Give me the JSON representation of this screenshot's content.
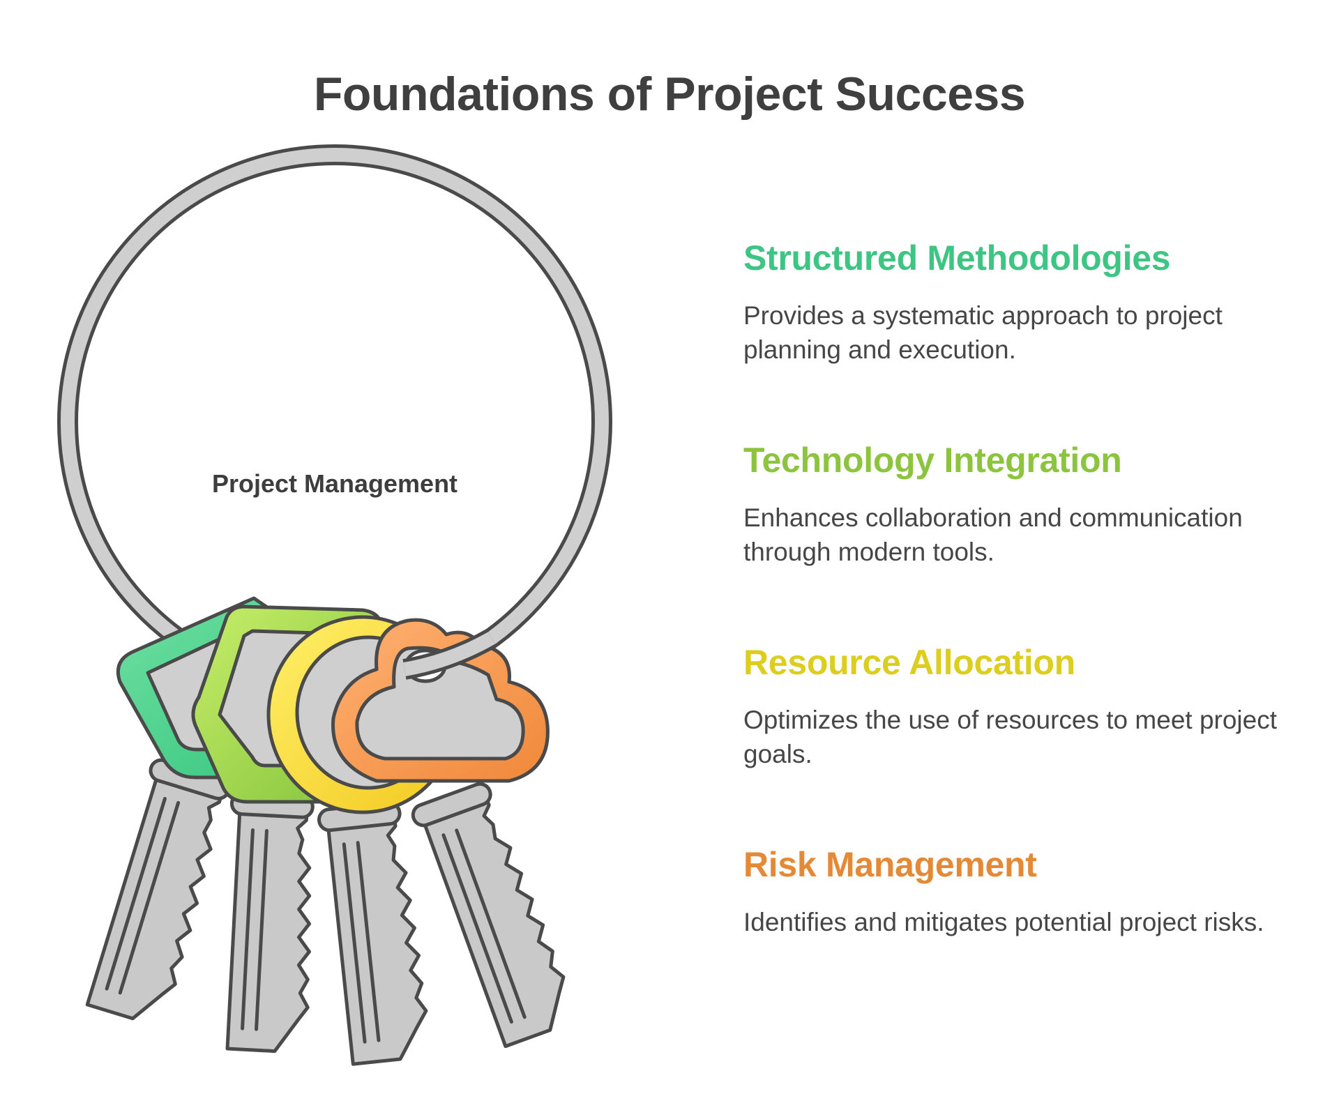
{
  "title": "Foundations of Project Success",
  "hub": {
    "label": "Project Management"
  },
  "colors": {
    "green": "#3fc583",
    "lime": "#8cc43f",
    "yellow": "#dccd1e",
    "orange": "#e48a36",
    "ring": "#cfcfcf",
    "outline": "#4a4a4a"
  },
  "items": [
    {
      "title": "Structured Methodologies",
      "description": "Provides a systematic approach to project planning and execution.",
      "color": "#3fc583",
      "key_shape": "pentagon"
    },
    {
      "title": "Technology Integration",
      "description": "Enhances collaboration and communication through modern tools.",
      "color": "#8cc43f",
      "key_shape": "hexagon"
    },
    {
      "title": "Resource Allocation",
      "description": "Optimizes the use of resources to meet project goals.",
      "color": "#dccd1e",
      "key_shape": "circle"
    },
    {
      "title": "Risk Management",
      "description": "Identifies and mitigates potential project risks.",
      "color": "#e48a36",
      "key_shape": "cloud"
    }
  ]
}
